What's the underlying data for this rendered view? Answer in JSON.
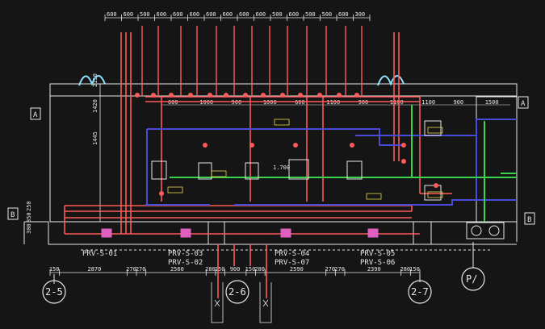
{
  "colors": {
    "background": "#151515",
    "outline": "#e6e6e6",
    "red_pipe": "#ff5a5a",
    "blue_pipe": "#4a4ad8",
    "green_pipe": "#3ad34a",
    "cyan_symbol": "#8fe3ff",
    "pink_valve": "#e060c0",
    "yellow_tag": "#e6d84a"
  },
  "top_dimensions": [
    "600",
    "600",
    "500",
    "600",
    "600",
    "600",
    "600",
    "600",
    "600",
    "600",
    "500",
    "600",
    "500",
    "500",
    "600",
    "300"
  ],
  "branch_dimensions": [
    "600",
    "1000",
    "900",
    "1000",
    "600",
    "1100",
    "900",
    "1100",
    "1100",
    "900",
    "1500"
  ],
  "left_dimensions": [
    "2150",
    "1420",
    "1445",
    "250",
    "850",
    "300"
  ],
  "bottom_dimensions": [
    "150",
    "2870",
    "270",
    "270",
    "2560",
    "280",
    "150",
    "900",
    "150",
    "280",
    "2590",
    "270",
    "270",
    "2390",
    "280",
    "150"
  ],
  "device_labels": [
    {
      "id": "prv-s-01",
      "text": "PRV-S-01"
    },
    {
      "id": "prv-s-03",
      "text": "PRV-S-03"
    },
    {
      "id": "prv-s-02",
      "text": "PRV-S-02"
    },
    {
      "id": "prv-s-04",
      "text": "PRV-S-04"
    },
    {
      "id": "prv-s-07",
      "text": "PRV-S-07"
    },
    {
      "id": "prv-s-05",
      "text": "PRV-S-05"
    },
    {
      "id": "prv-s-06",
      "text": "PRV-S-06"
    }
  ],
  "grid_bubbles": [
    {
      "id": "2-5",
      "text": "2-5"
    },
    {
      "id": "2-6",
      "text": "2-6"
    },
    {
      "id": "2-7",
      "text": "2-7"
    },
    {
      "id": "p",
      "text": "P/"
    }
  ],
  "section_markers": [
    "A",
    "A",
    "B",
    "B"
  ],
  "level_mark": "1.700"
}
